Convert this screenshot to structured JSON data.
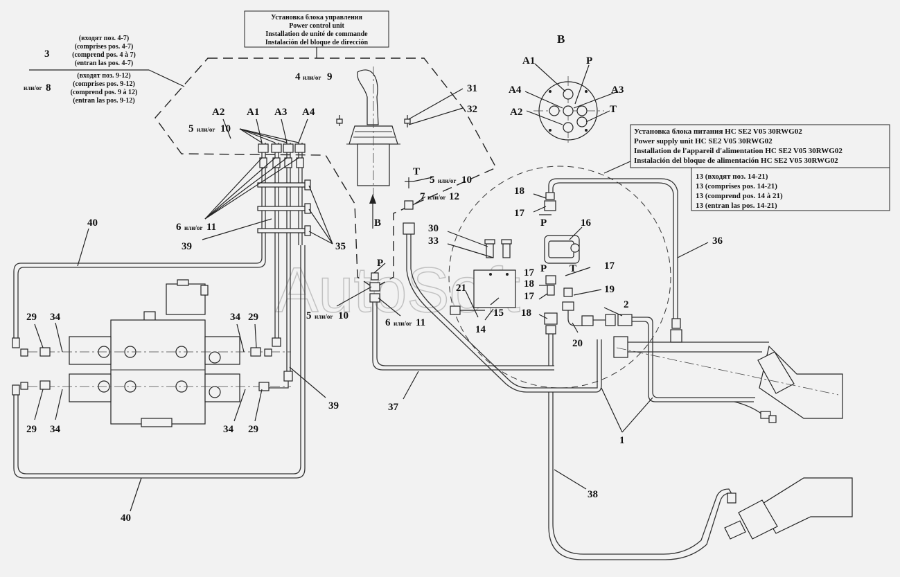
{
  "watermark": "AutoSoft",
  "control_box": {
    "lines": [
      "Установка блока управления",
      "Power control unit",
      "Installation de unité de commande",
      "Instalación del bloque de dirección"
    ]
  },
  "supply_box": {
    "lines": [
      "Установка блока питания HC SE2 V05 30RWG02",
      "Power supply unit HC SE2 V05 30RWG02",
      "Installation de l'appareil d'alimentation HC SE2 V05 30RWG02",
      "Instalación del bloque de alimentación HC SE2 V05 30RWG02"
    ],
    "includes": [
      "13 (входят поз. 14-21)",
      "13 (comprises pos. 14-21)",
      "13 (comprend pos. 14 à 21)",
      "13 (entran las pos. 14-21)"
    ]
  },
  "legend_3": {
    "num": "3",
    "lines": [
      "(входят поз. 4-7)",
      "(comprises pos. 4-7)",
      "(comprend pos. 4 à 7)",
      "(entran las pos. 4-7)"
    ]
  },
  "legend_8": {
    "prefix": "или/or",
    "num": "8",
    "lines": [
      "(входят поз. 9-12)",
      "(comprises pos. 9-12)",
      "(comprend pos. 9 à 12)",
      "(entran las pos. 9-12)"
    ]
  },
  "small": {
    "or": "или/or"
  },
  "view_b": {
    "title": "B",
    "ports": [
      "A1",
      "P",
      "A4",
      "A3",
      "A2",
      "T"
    ]
  },
  "labels": {
    "a2": "A2",
    "a1": "A1",
    "a3": "A3",
    "a4": "A4",
    "n5": "5",
    "n10": "10",
    "n4": "4",
    "n9": "9",
    "n31": "31",
    "n32": "32",
    "t_top": "T",
    "n5b": "5",
    "n10b": "10",
    "n7": "7",
    "n12": "12",
    "n6": "6",
    "n11": "11",
    "n39a": "39",
    "n35": "35",
    "n40a": "40",
    "arrow_b": "B",
    "n30": "30",
    "n33": "33",
    "p_mid": "P",
    "n5c": "5",
    "n10c": "10",
    "n6c": "6",
    "n11c": "11",
    "n21": "21",
    "n15": "15",
    "n14": "14",
    "n18a": "18",
    "n17a": "17",
    "p_top": "P",
    "n16": "16",
    "p_low": "P",
    "n17b": "17",
    "n18b": "18",
    "n17c": "17",
    "n18c": "18",
    "t_low": "T",
    "n17d": "17",
    "n19": "19",
    "n2": "2",
    "n20": "20",
    "n36": "36",
    "n29a": "29",
    "n34a": "34",
    "n34b": "34",
    "n29b": "29",
    "n29c": "29",
    "n34c": "34",
    "n34d": "34",
    "n29d": "29",
    "n39b": "39",
    "n37": "37",
    "n1": "1",
    "n38": "38",
    "n40b": "40"
  }
}
